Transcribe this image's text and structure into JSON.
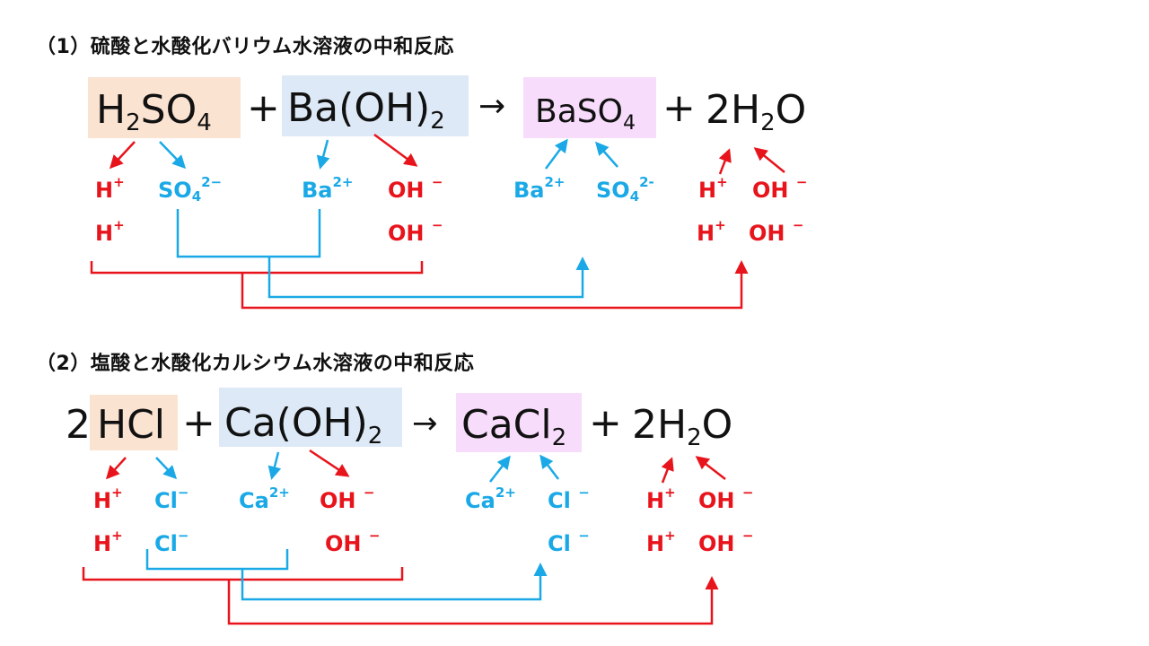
{
  "colors": {
    "acid_box": "#fbe3d2",
    "base_box": "#dde9f6",
    "salt_box": "#f7dcfb",
    "h_oh_color": "#e8141c",
    "salt_ion_color": "#1aa9e6",
    "text_color": "#111111"
  },
  "section1": {
    "title": "（1）硫酸と水酸化バリウム水溶液の中和反応",
    "eq": {
      "acid_main": "H",
      "acid_sub1": "2",
      "acid_mid": "SO",
      "acid_sub2": "4",
      "plus1": "+",
      "base_main": "Ba(OH)",
      "base_sub": "2",
      "arrow": "→",
      "salt_main": "BaSO",
      "salt_sub": "4",
      "plus2": "+",
      "water_coef_h": "2H",
      "water_sub": "2",
      "water_o": "O"
    },
    "ions": {
      "h": "H",
      "h_charge": "+",
      "so4_base": "SO",
      "so4_sub": "4",
      "so4_charge": "2−",
      "ba": "Ba",
      "ba_charge": "2+",
      "oh": "OH",
      "oh_charge": "−",
      "so4_product_charge": "2-"
    }
  },
  "section2": {
    "title": "（2）塩酸と水酸化カルシウム水溶液の中和反応",
    "eq": {
      "coef": "2",
      "acid": "HCl",
      "plus1": "+",
      "base_main": "Ca(OH)",
      "base_sub": "2",
      "arrow": "→",
      "salt_main": "CaCl",
      "salt_sub": "2",
      "plus2": "+",
      "water_coef_h": "2H",
      "water_sub": "2",
      "water_o": "O"
    },
    "ions": {
      "h": "H",
      "h_charge": "+",
      "cl": "Cl",
      "cl_charge": "−",
      "ca": "Ca",
      "ca_charge": "2+",
      "oh": "OH",
      "oh_charge": "−"
    }
  }
}
